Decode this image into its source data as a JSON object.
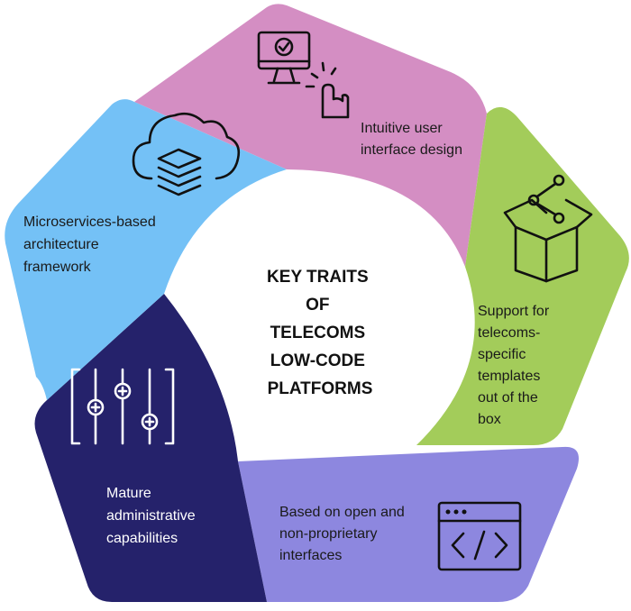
{
  "center": {
    "title_lines": [
      "KEY TRAITS",
      "OF",
      "TELECOMS",
      "LOW-CODE",
      "PLATFORMS"
    ]
  },
  "segments": [
    {
      "id": "ui",
      "color": "#d48ec3",
      "text_color": "#1a1a1a",
      "icon": "monitor-touch-icon",
      "lines": [
        "Intuitive user",
        "interface design"
      ]
    },
    {
      "id": "templates",
      "color": "#a3cc5a",
      "text_color": "#1a1a1a",
      "icon": "open-box-share-icon",
      "lines": [
        "Support for",
        "telecoms-",
        "specific",
        "templates",
        "out of the",
        "box"
      ]
    },
    {
      "id": "interfaces",
      "color": "#8d87df",
      "text_color": "#1a1a1a",
      "icon": "code-window-icon",
      "lines": [
        "Based on open and",
        "non-proprietary",
        "interfaces"
      ]
    },
    {
      "id": "admin",
      "color": "#25226b",
      "text_color": "#ffffff",
      "icon": "sliders-icon",
      "lines": [
        "Mature",
        "administrative",
        "capabilities"
      ]
    },
    {
      "id": "microservices",
      "color": "#74c1f6",
      "text_color": "#1a1a1a",
      "icon": "cloud-layers-icon",
      "lines": [
        "Microservices-based",
        "architecture",
        "framework"
      ]
    }
  ]
}
